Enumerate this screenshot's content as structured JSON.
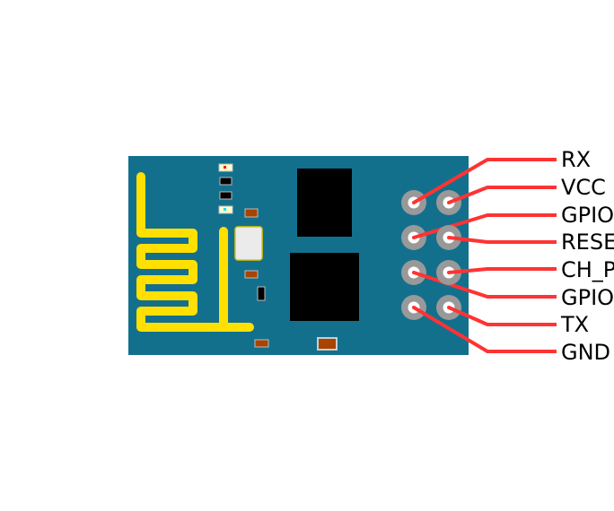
{
  "diagram": {
    "colors": {
      "board": "#13708d",
      "antenna": "#ffe000",
      "wire": "#ff3333",
      "pin_ring": "#999999",
      "chip": "#000000",
      "resistor": "#a84300"
    },
    "pins": [
      {
        "label": "RX"
      },
      {
        "label": "VCC"
      },
      {
        "label": "GPIO"
      },
      {
        "label": "RESE"
      },
      {
        "label": "CH_P"
      },
      {
        "label": "GPIO"
      },
      {
        "label": "TX"
      },
      {
        "label": "GND"
      }
    ]
  }
}
